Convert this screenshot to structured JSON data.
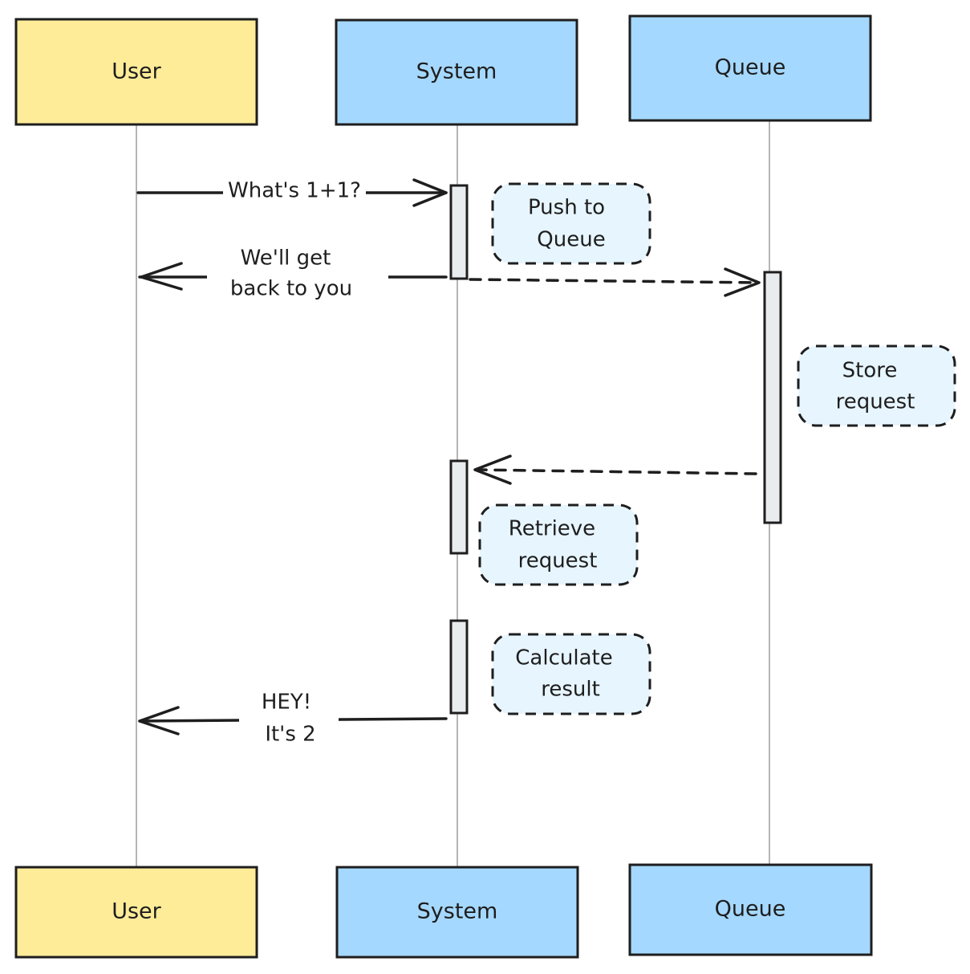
{
  "actors": {
    "user": "User",
    "system": "System",
    "queue": "Queue"
  },
  "messages": {
    "ask": "What's 1+1?",
    "reply_line1": "We'll get",
    "reply_line2": "back to you",
    "answer_line1": "HEY!",
    "answer_line2": "It's 2"
  },
  "notes": {
    "push_line1": "Push to",
    "push_line2": "Queue",
    "store_line1": "Store",
    "store_line2": "request",
    "retrieve_line1": "Retrieve",
    "retrieve_line2": "request",
    "calc_line1": "Calculate",
    "calc_line2": "result"
  },
  "colors": {
    "user_actor": "#ffec99",
    "system_actor": "#a5d8ff",
    "note_fill": "#e7f5ff",
    "activation_fill": "#e9ecef",
    "stroke": "#1e1e1e"
  }
}
